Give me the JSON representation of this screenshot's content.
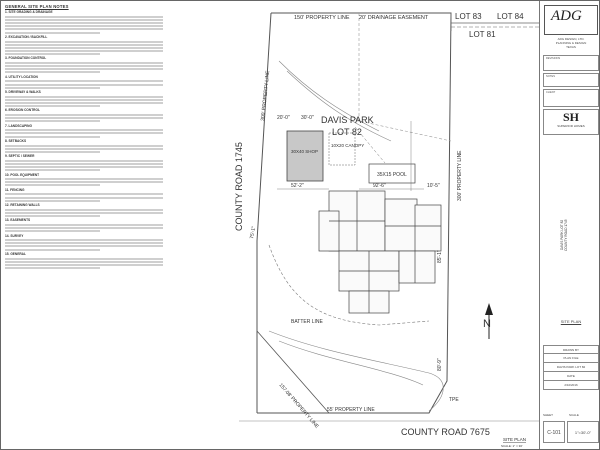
{
  "notes": {
    "title": "GENERAL SITE PLAN NOTES",
    "sections": [
      {
        "heading": "1. SITE GRADING & DRAINAGE",
        "lines": 6
      },
      {
        "heading": "2. EXCAVATION / BACKFILL",
        "lines": 5
      },
      {
        "heading": "3. FOUNDATION CONTROL",
        "lines": 4
      },
      {
        "heading": "4. UTILITY LOCATION",
        "lines": 3
      },
      {
        "heading": "5. DRIVEWAY & WALKS",
        "lines": 4
      },
      {
        "heading": "6. EROSION CONTROL",
        "lines": 3
      },
      {
        "heading": "7. LANDSCAPING",
        "lines": 3
      },
      {
        "heading": "8. SETBACKS",
        "lines": 3
      },
      {
        "heading": "9. SEPTIC / SEWER",
        "lines": 4
      },
      {
        "heading": "10. POOL EQUIPMENT",
        "lines": 3
      },
      {
        "heading": "11. FENCING",
        "lines": 3
      },
      {
        "heading": "12. RETAINING WALLS",
        "lines": 3
      },
      {
        "heading": "13. EASEMENTS",
        "lines": 3
      },
      {
        "heading": "14. SURVEY",
        "lines": 4
      },
      {
        "heading": "15. GENERAL",
        "lines": 4
      }
    ]
  },
  "plan": {
    "lot_name": "DAVIS PARK",
    "lot_number": "LOT 82",
    "lot_83": "LOT 83",
    "lot_84": "LOT 84",
    "lot_81": "LOT 81",
    "road_west": "COUNTY ROAD 1745",
    "road_south": "COUNTY ROAD 7675",
    "top_property_line": "150' PROPERTY LINE",
    "drainage_easement": "20' DRAINAGE EASEMENT",
    "west_property_line": "300' PROPERTY LINE",
    "east_property_line": "300' PROPERTY LINE",
    "south_property_line": "55' PROPERTY LINE",
    "sw_property_line": "157.08' PROPERTY LINE",
    "shop": "30X40 SHOP",
    "canopy": "10X20 CANOPY",
    "pool": "35X15 POOL",
    "dim_20": "20'-0\"",
    "dim_30": "30'-0\"",
    "dim_52": "52'-2\"",
    "dim_92": "92'-6\"",
    "dim_10": "10'-5\"",
    "dim_75": "75'-1\"",
    "dim_85": "85'-1\"",
    "dim_80": "80'-9\"",
    "batter_line": "BATTER LINE",
    "tpe": "TPE",
    "north": "N",
    "plan_title": "SITE PLAN",
    "plan_scale": "SCALE: 1\" = 30'"
  },
  "titleblock": {
    "logo": "ADG",
    "company_lines": [
      "ADG DESIGN, LTD.",
      "PLANNING & DESIGN",
      "TEXAS"
    ],
    "label_revisions": "REVISIONS",
    "label_notes": "NOTES",
    "label_client": "CLIENT",
    "builder_mark": "SH",
    "builder_name": "SUPERIOR HOMES",
    "project_lines": [
      "DAVIS PARK LOT 82",
      "COUNTY ROAD 1745"
    ],
    "sheet_name": "SITE PLAN",
    "grid": [
      "DRAWN BY",
      "PLAN FILE",
      "DAVIS PARK LOT 82",
      "DATE",
      "2/10/2016"
    ],
    "sheet_label": "SHEET",
    "sheet_number": "C-101",
    "scale_label": "SCALE",
    "scale_value": "1\"=30'-0\""
  }
}
